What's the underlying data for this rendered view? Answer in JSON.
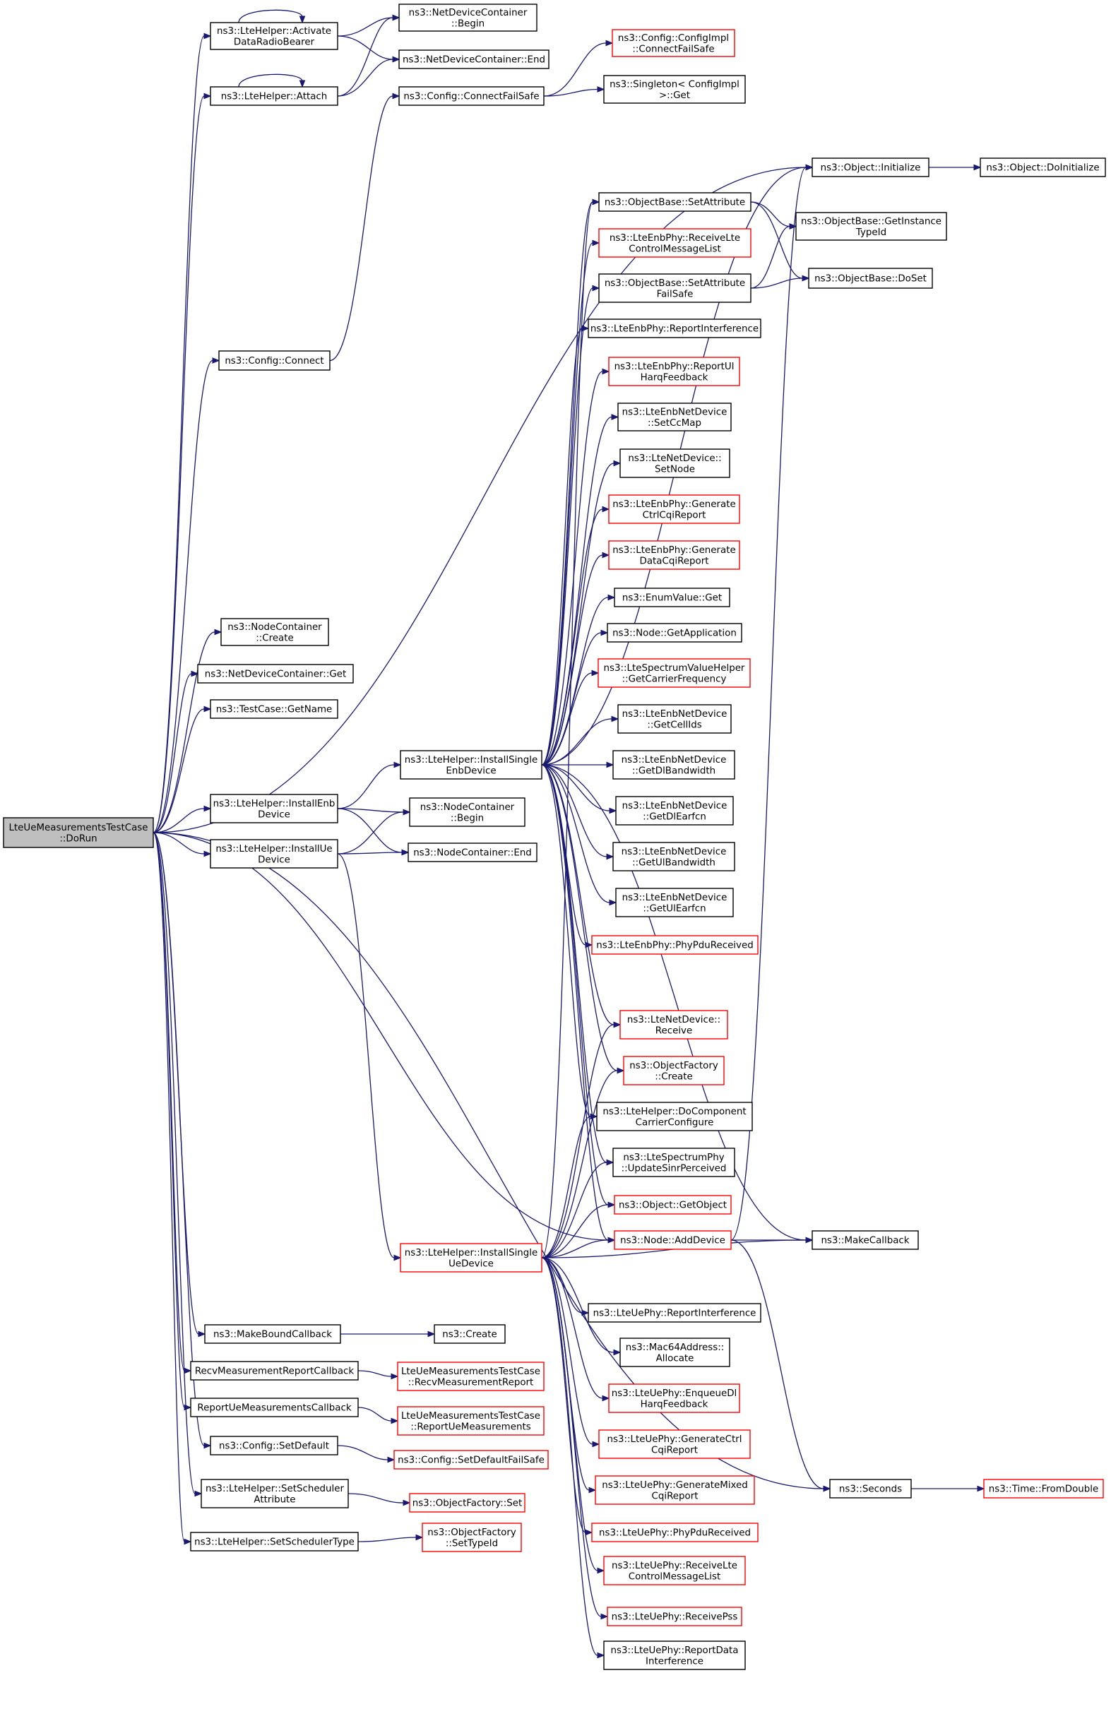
{
  "nodes": {
    "root": [
      "LteUeMeasurementsTestCase",
      "::DoRun"
    ],
    "activate": [
      "ns3::LteHelper::Activate",
      "DataRadioBearer"
    ],
    "ndc_begin": [
      "ns3::NetDeviceContainer",
      "::Begin"
    ],
    "ndc_end": [
      "ns3::NetDeviceContainer::End"
    ],
    "attach": [
      "ns3::LteHelper::Attach"
    ],
    "cfg_connfs": [
      "ns3::Config::ConnectFailSafe"
    ],
    "cfgimpl_connfs": [
      "ns3::Config::ConfigImpl",
      "::ConnectFailSafe"
    ],
    "singleton_get": [
      "ns3::Singleton< ConfigImpl",
      " >::Get"
    ],
    "obj_init": [
      "ns3::Object::Initialize"
    ],
    "obj_doinit": [
      "ns3::Object::DoInitialize"
    ],
    "ob_setattr": [
      "ns3::ObjectBase::SetAttribute"
    ],
    "ob_getinst": [
      "ns3::ObjectBase::GetInstance",
      "TypeId"
    ],
    "enbphy_recvctrl": [
      "ns3::LteEnbPhy::ReceiveLte",
      "ControlMessageList"
    ],
    "ob_setattrfs": [
      "ns3::ObjectBase::SetAttribute",
      "FailSafe"
    ],
    "ob_doset": [
      "ns3::ObjectBase::DoSet"
    ],
    "enbphy_repint": [
      "ns3::LteEnbPhy::ReportInterference"
    ],
    "cfg_connect": [
      "ns3::Config::Connect"
    ],
    "enbphy_repul": [
      "ns3::LteEnbPhy::ReportUl",
      "HarqFeedback"
    ],
    "enbnd_setccmap": [
      "ns3::LteEnbNetDevice",
      "::SetCcMap"
    ],
    "ltend_setnode": [
      "ns3::LteNetDevice::",
      "SetNode"
    ],
    "enbphy_genctrl": [
      "ns3::LteEnbPhy::Generate",
      "CtrlCqiReport"
    ],
    "enbphy_gendata": [
      "ns3::LteEnbPhy::Generate",
      "DataCqiReport"
    ],
    "enum_get": [
      "ns3::EnumValue::Get"
    ],
    "nc_create": [
      "ns3::NodeContainer",
      "::Create"
    ],
    "node_getapp": [
      "ns3::Node::GetApplication"
    ],
    "ndc_get": [
      "ns3::NetDeviceContainer::Get"
    ],
    "spec_getcarrier": [
      "ns3::LteSpectrumValueHelper",
      "::GetCarrierFrequency"
    ],
    "tc_getname": [
      "ns3::TestCase::GetName"
    ],
    "enbnd_getcellids": [
      "ns3::LteEnbNetDevice",
      "::GetCellIds"
    ],
    "install_single_enb": [
      "ns3::LteHelper::InstallSingle",
      "EnbDevice"
    ],
    "enbnd_getdlbw": [
      "ns3::LteEnbNetDevice",
      "::GetDlBandwidth"
    ],
    "install_enb": [
      "ns3::LteHelper::InstallEnb",
      "Device"
    ],
    "nc_begin": [
      "ns3::NodeContainer",
      "::Begin"
    ],
    "enbnd_getdlearfcn": [
      "ns3::LteEnbNetDevice",
      "::GetDlEarfcn"
    ],
    "install_ue": [
      "ns3::LteHelper::InstallUe",
      "Device"
    ],
    "nc_end": [
      "ns3::NodeContainer::End"
    ],
    "enbnd_getulbw": [
      "ns3::LteEnbNetDevice",
      "::GetUlBandwidth"
    ],
    "enbnd_getulearfcn": [
      "ns3::LteEnbNetDevice",
      "::GetUlEarfcn"
    ],
    "enbphy_phypdu": [
      "ns3::LteEnbPhy::PhyPduReceived"
    ],
    "ltend_receive": [
      "ns3::LteNetDevice::",
      "Receive"
    ],
    "of_create": [
      "ns3::ObjectFactory",
      "::Create"
    ],
    "dococ": [
      "ns3::LteHelper::DoComponent",
      "CarrierConfigure"
    ],
    "specphy_update": [
      "ns3::LteSpectrumPhy",
      "::UpdateSinrPerceived"
    ],
    "obj_getobject": [
      "ns3::Object::GetObject"
    ],
    "install_single_ue": [
      "ns3::LteHelper::InstallSingle",
      "UeDevice"
    ],
    "node_adddevice": [
      "ns3::Node::AddDevice"
    ],
    "makecallback": [
      "ns3::MakeCallback"
    ],
    "uephy_repint": [
      "ns3::LteUePhy::ReportInterference"
    ],
    "makebound": [
      "ns3::MakeBoundCallback"
    ],
    "create": [
      "ns3::Create"
    ],
    "mac64": [
      "ns3::Mac64Address::",
      "Allocate"
    ],
    "recv_cb": [
      "RecvMeasurementReportCallback"
    ],
    "recv_report": [
      "LteUeMeasurementsTestCase",
      "::RecvMeasurementReport"
    ],
    "uephy_enqueue": [
      "ns3::LteUePhy::EnqueueDl",
      "HarqFeedback"
    ],
    "report_cb": [
      "ReportUeMeasurementsCallback"
    ],
    "report_meas": [
      "LteUeMeasurementsTestCase",
      "::ReportUeMeasurements"
    ],
    "cfg_setdefault": [
      "ns3::Config::SetDefault"
    ],
    "cfg_setdefaultfs": [
      "ns3::Config::SetDefaultFailSafe"
    ],
    "uephy_genctrl": [
      "ns3::LteUePhy::GenerateCtrl",
      "CqiReport"
    ],
    "set_sched_attr": [
      "ns3::LteHelper::SetScheduler",
      "Attribute"
    ],
    "of_set": [
      "ns3::ObjectFactory::Set"
    ],
    "uephy_genmixed": [
      "ns3::LteUePhy::GenerateMixed",
      "CqiReport"
    ],
    "seconds": [
      "ns3::Seconds"
    ],
    "time_fromdouble": [
      "ns3::Time::FromDouble"
    ],
    "uephy_phypdu": [
      "ns3::LteUePhy::PhyPduReceived"
    ],
    "set_sched_type": [
      "ns3::LteHelper::SetSchedulerType"
    ],
    "of_settypeid": [
      "ns3::ObjectFactory",
      "::SetTypeId"
    ],
    "uephy_recvctrl": [
      "ns3::LteUePhy::ReceiveLte",
      "ControlMessageList"
    ],
    "uephy_recvpss": [
      "ns3::LteUePhy::ReceivePss"
    ],
    "uephy_repdata": [
      "ns3::LteUePhy::ReportData",
      "Interference"
    ]
  },
  "colors": {
    "edge": "#191970",
    "border_default": "#000000",
    "border_truncated": "#ff0000",
    "root_fill": "#bfbfbf"
  }
}
